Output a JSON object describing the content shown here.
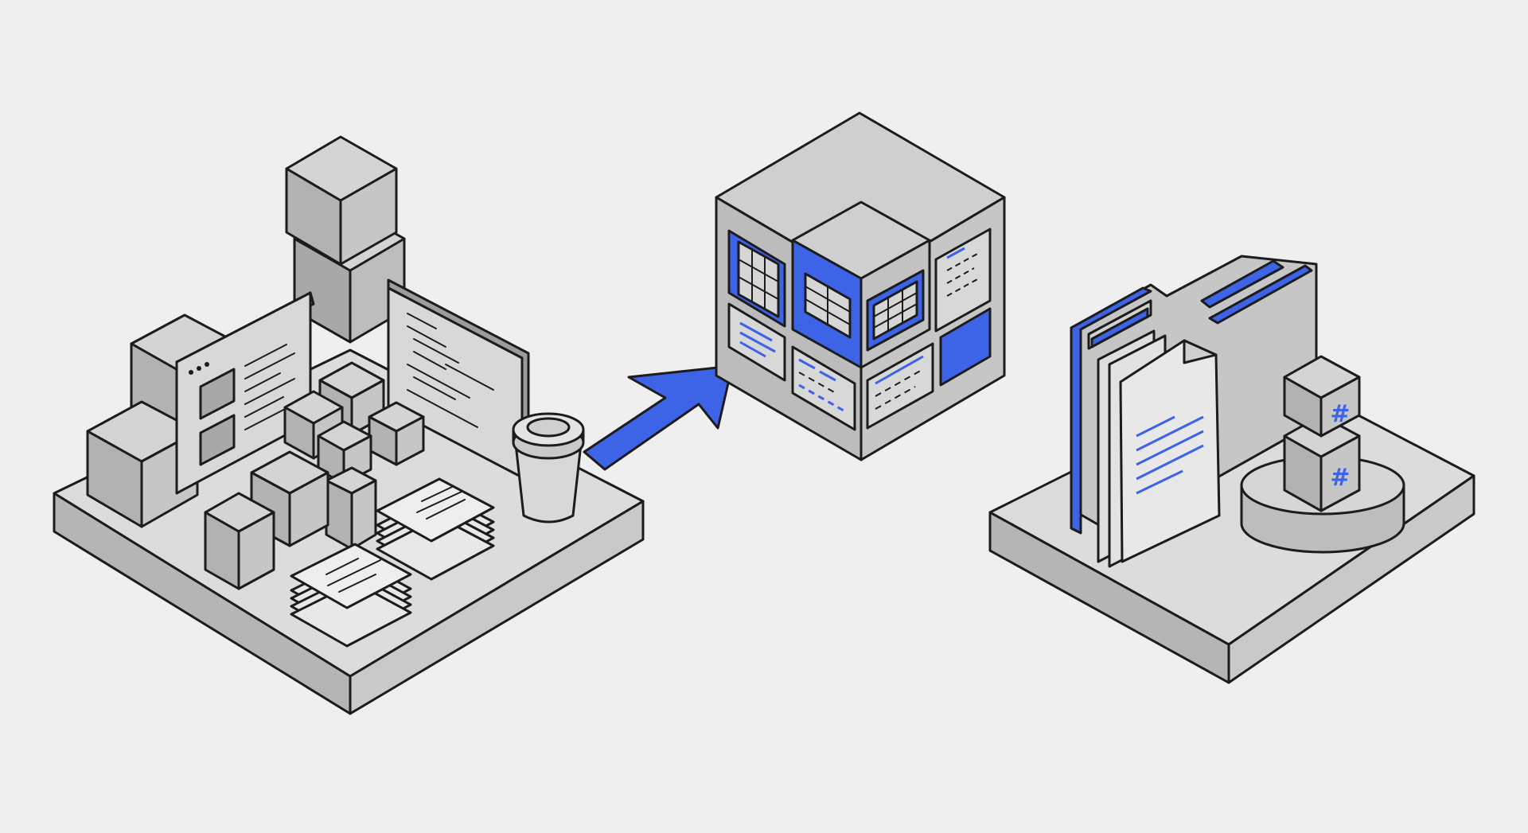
{
  "illustration": {
    "left_scene": "cluttered-workspace",
    "arrow": "transform-arrow",
    "center_scene": "organized-cube",
    "right_scene": "organized-folder",
    "hash_labels": [
      "#",
      "#"
    ]
  },
  "colors": {
    "background": "#efefef",
    "accent": "#3d63e6",
    "block": "#b9b9b9",
    "block_light": "#d6d6d6",
    "block_dark": "#9a9a9a",
    "outline": "#1c1c1c",
    "paper": "#e8e8e8"
  },
  "icons": [
    "cube-icon",
    "monitor-icon",
    "coffee-cup-icon",
    "paper-stack-icon",
    "arrow-icon",
    "folder-icon",
    "document-icon",
    "hash-block-icon",
    "pedestal-icon"
  ]
}
